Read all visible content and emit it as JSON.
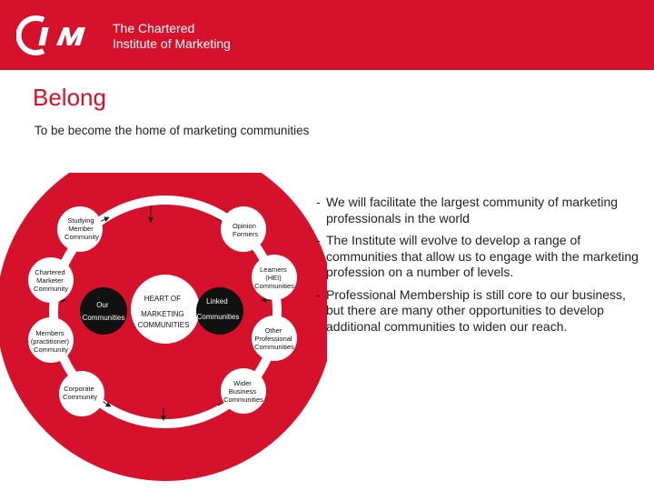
{
  "header": {
    "org_line1": "The Chartered",
    "org_line2": "Institute of Marketing",
    "brand_color": "#d5112b"
  },
  "page": {
    "title": "Belong",
    "subtitle": "To be become the home of marketing communities"
  },
  "diagram": {
    "center": [
      "HEART OF",
      "MARKETING",
      "COMMUNITIES"
    ],
    "left_hub": "Our Communities",
    "right_hub": "Linked Communities",
    "nodes": {
      "studying": [
        "Studying",
        "Member",
        "Community"
      ],
      "opinion": [
        "Opinion",
        "Formers"
      ],
      "chartered": [
        "Chartered",
        "Marketer",
        "Community"
      ],
      "learners": [
        "Learners",
        "(HEI)",
        "Communities"
      ],
      "members": [
        "Members",
        "(practitioner)",
        "Community"
      ],
      "other": [
        "Other",
        "Professional",
        "Communities"
      ],
      "corporate": [
        "Corporate",
        "Community"
      ],
      "wider": [
        "Wider",
        "Business",
        "Communities"
      ]
    }
  },
  "bullets": [
    "We will facilitate the largest community of marketing professionals in the world",
    "The Institute will evolve to develop a range of communities that allow us to engage with the marketing profession on a number of levels.",
    "Professional Membership is still core to our business, but there are many other opportunities to develop additional communities to widen our reach."
  ]
}
